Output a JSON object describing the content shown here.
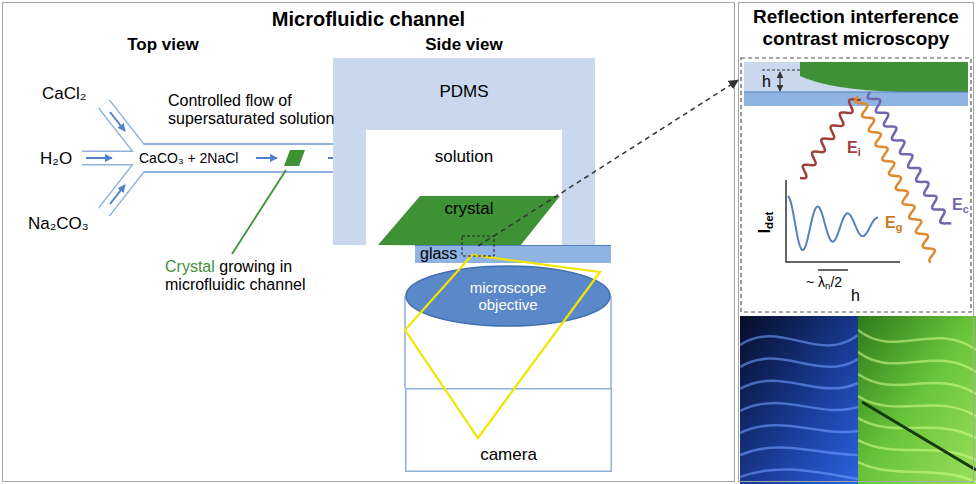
{
  "diagram": {
    "nodes": [
      {
        "text": [
          "Microfluidic channel"
        ]
      },
      {
        "text": [
          "PDMS"
        ],
        "in": 0
      },
      {
        "text": [
          "solution"
        ],
        "in": 1
      },
      {
        "text": [
          "crystal"
        ],
        "in": 2
      },
      {
        "text": [
          "glass"
        ],
        "in": 0
      },
      {
        "text": [
          "microscope objective"
        ],
        "in": 0
      },
      {
        "text": [
          "camera"
        ],
        "in": 0
      },
      {
        "text": [
          "Reflection interference contrast microscopy"
        ]
      }
    ],
    "edges": [
      {
        "from": 3,
        "to": 7,
        "arrow": "to"
      }
    ],
    "labels": [
      "Top view",
      "Side view",
      "CaCl₂",
      "H₂O",
      "Na₂CO₃",
      "CaCO₃ + 2NaCl",
      "Controlled flow of supersaturated solution",
      "Crystal growing in microfluidic channel",
      "h",
      "Ei",
      "Eg",
      "Ec",
      "Idet",
      "~ λn/2",
      "h"
    ]
  }
}
